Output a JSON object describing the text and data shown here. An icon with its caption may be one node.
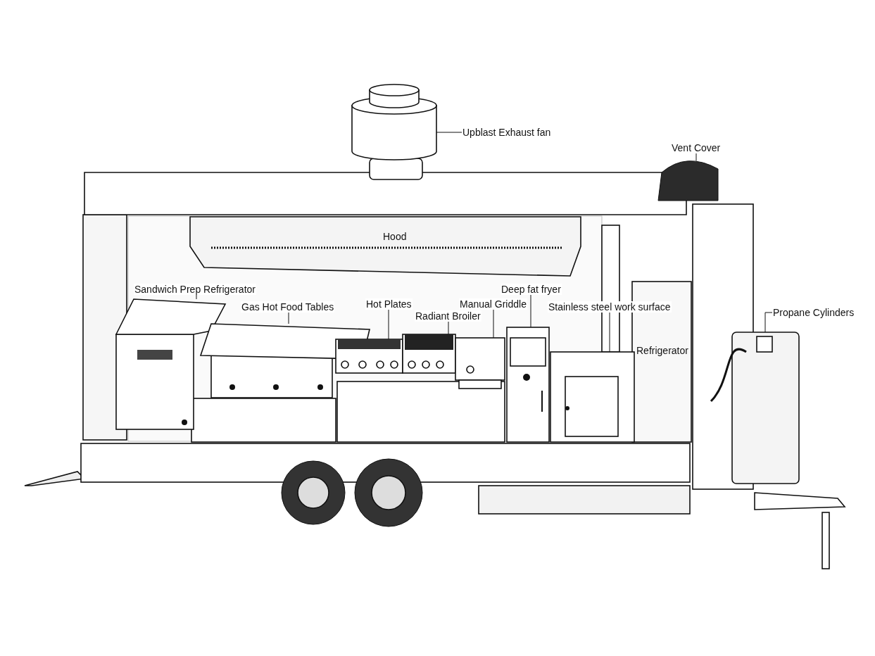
{
  "diagram": {
    "nodes": [
      {
        "text": [
          "Upblast Exhaust fan"
        ]
      },
      {
        "text": [],
        "shape": "cylinder"
      },
      {
        "text": [
          "Vent Cover"
        ]
      },
      {
        "text": [],
        "shape": "box"
      },
      {
        "text": [
          "Sandwich Prep Refrigerator"
        ]
      },
      {
        "text": [],
        "shape": "box"
      },
      {
        "text": [
          "Gas Hot Food Tables"
        ]
      },
      {
        "text": [],
        "shape": "box"
      },
      {
        "text": [
          "Hot Plates"
        ]
      },
      {
        "text": [],
        "shape": "box"
      },
      {
        "text": [
          "Radiant Broiler"
        ]
      },
      {
        "text": [],
        "shape": "box"
      },
      {
        "text": [
          "Manual Griddle"
        ]
      },
      {
        "text": [],
        "shape": "box"
      },
      {
        "text": [
          "Deep fat fryer"
        ]
      },
      {
        "text": [],
        "shape": "box"
      },
      {
        "text": [
          "Stainless steel work surface"
        ]
      },
      {
        "text": [],
        "shape": "box"
      },
      {
        "text": [
          "Propane Cylinders"
        ]
      },
      {
        "text": [],
        "shape": "cylinder"
      }
    ],
    "edges": [
      {
        "from": 0,
        "to": 1,
        "arrow": "none"
      },
      {
        "from": 2,
        "to": 3,
        "arrow": "none"
      },
      {
        "from": 4,
        "to": 5,
        "arrow": "none"
      },
      {
        "from": 6,
        "to": 7,
        "arrow": "none"
      },
      {
        "from": 8,
        "to": 9,
        "arrow": "none"
      },
      {
        "from": 10,
        "to": 11,
        "arrow": "none"
      },
      {
        "from": 12,
        "to": 13,
        "arrow": "none"
      },
      {
        "from": 14,
        "to": 15,
        "arrow": "none"
      },
      {
        "from": 16,
        "to": 17,
        "arrow": "none"
      },
      {
        "from": 18,
        "to": 19,
        "arrow": "none"
      }
    ],
    "labels": [
      "Hood",
      "Refrigerator"
    ]
  }
}
